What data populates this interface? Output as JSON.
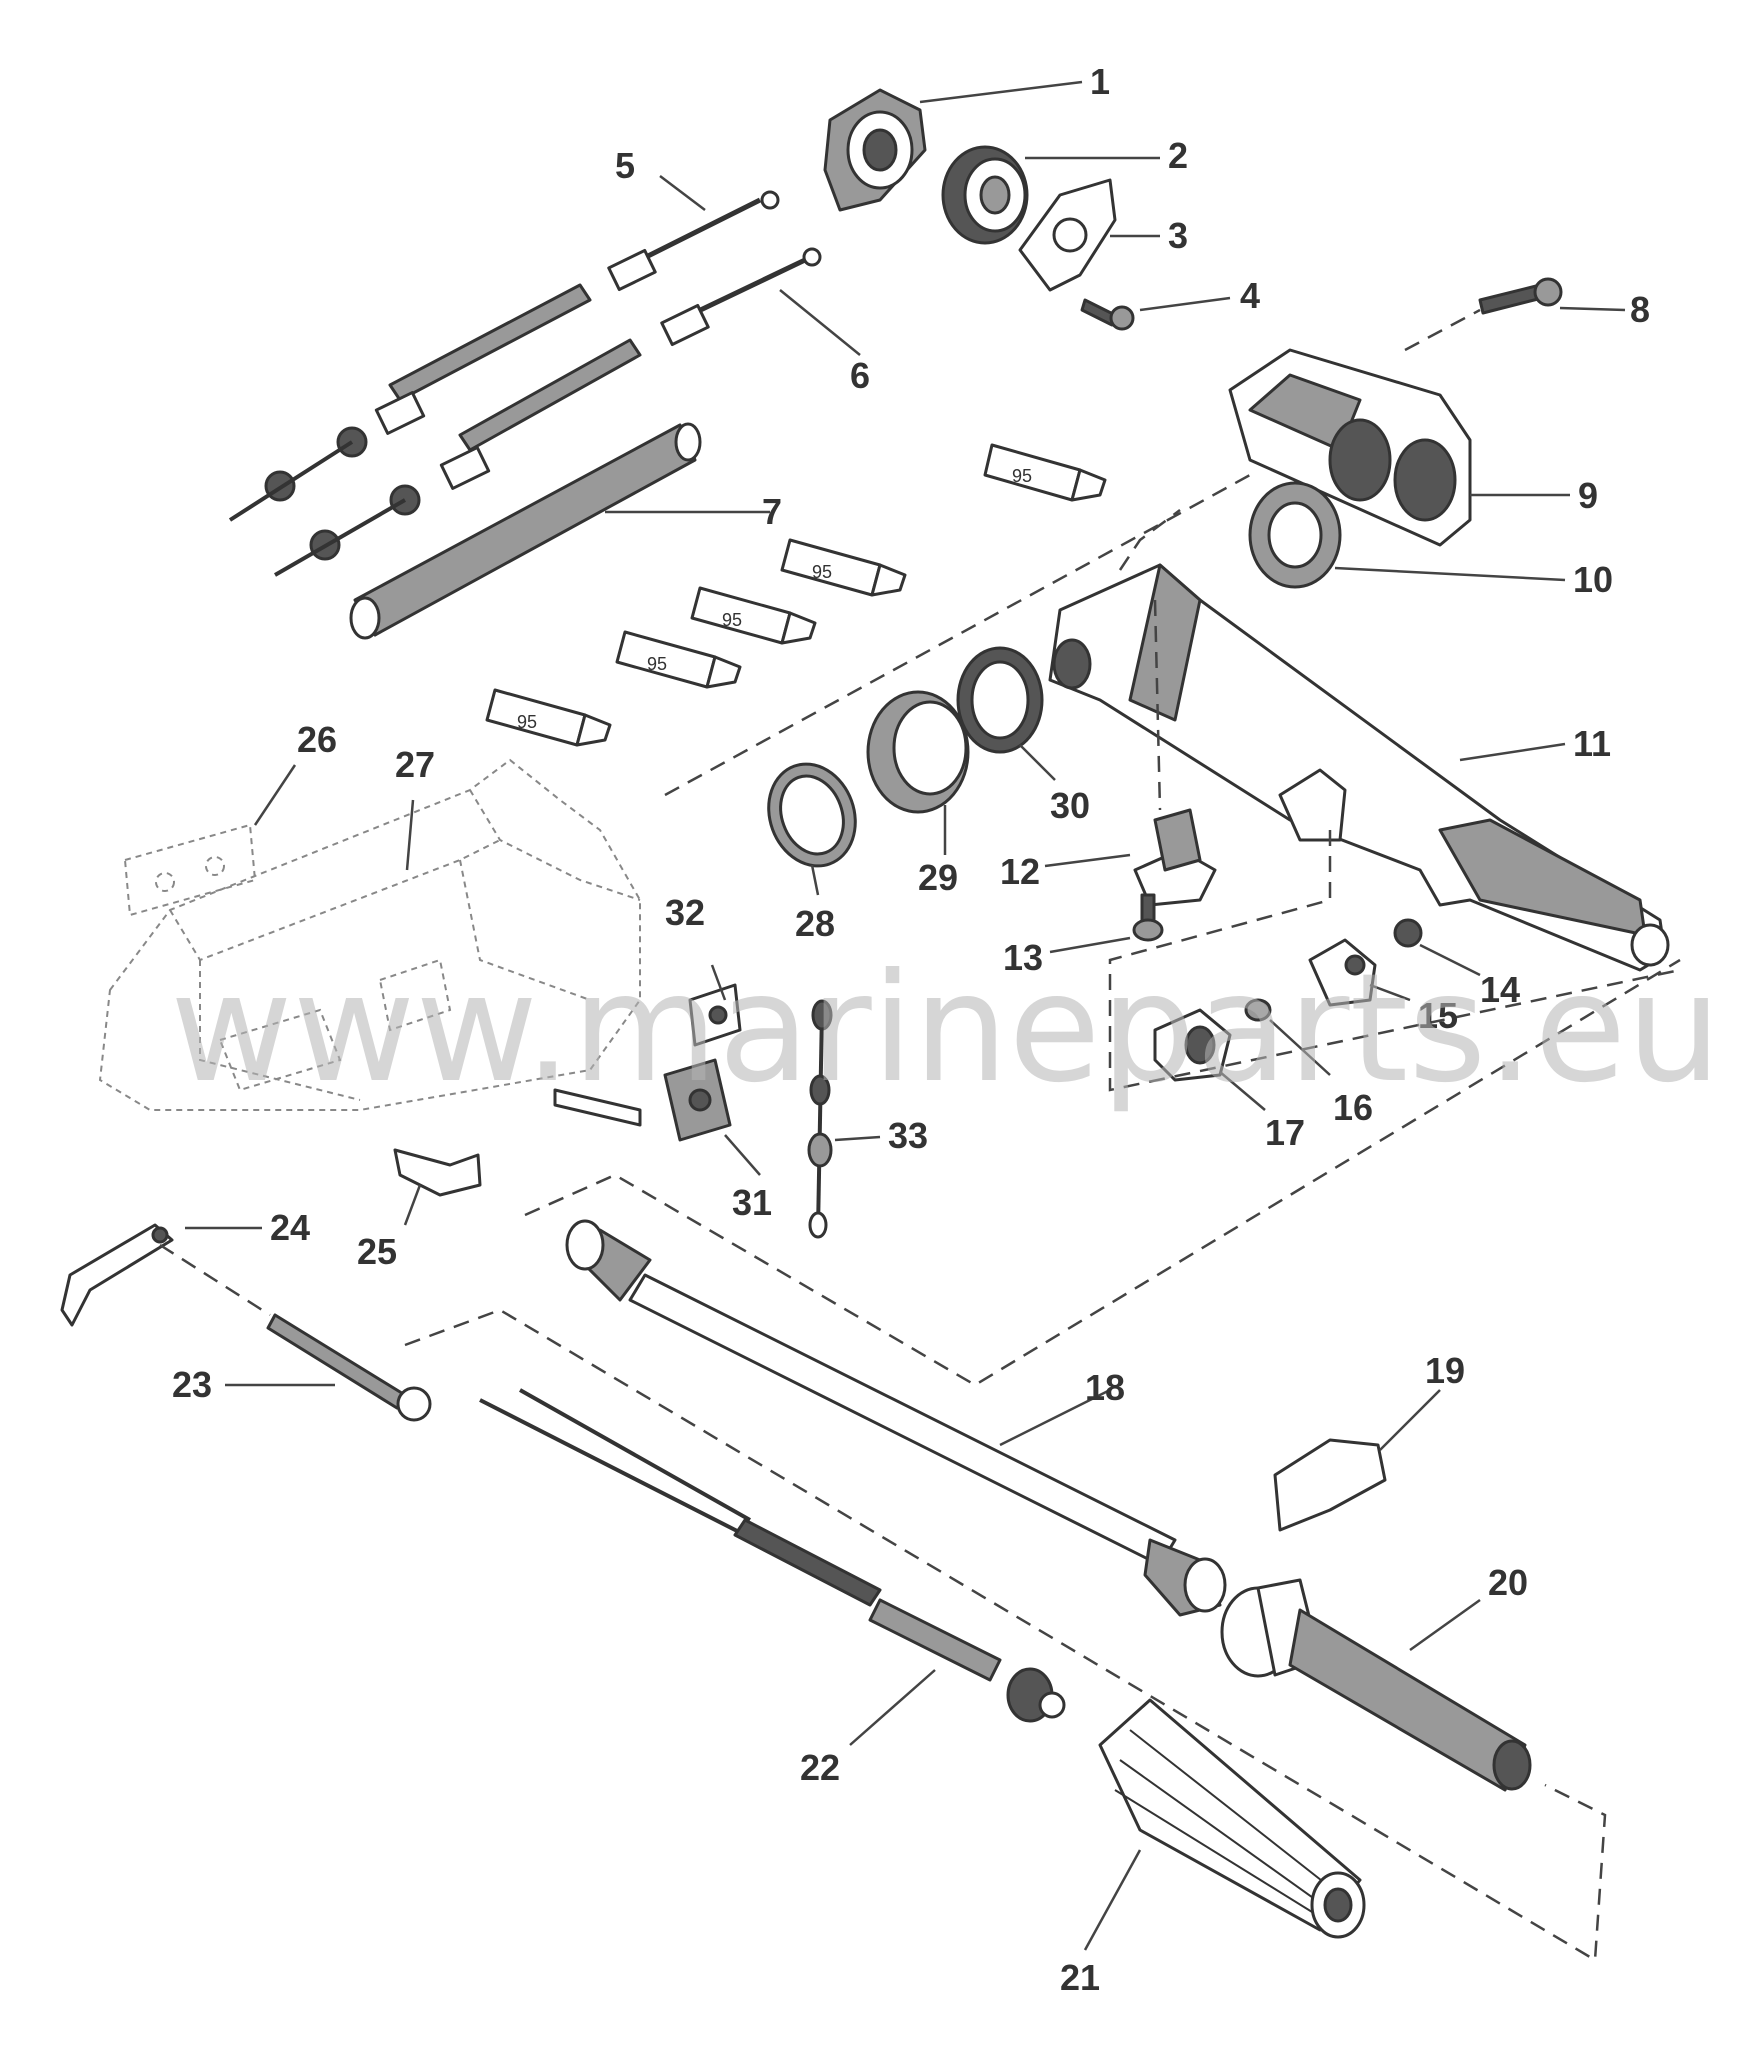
{
  "watermark": "www.marineparts.eu",
  "tube_label": "95",
  "callouts": [
    "1",
    "2",
    "3",
    "4",
    "5",
    "6",
    "7",
    "8",
    "9",
    "10",
    "11",
    "12",
    "13",
    "14",
    "15",
    "16",
    "17",
    "18",
    "19",
    "20",
    "21",
    "22",
    "23",
    "24",
    "25",
    "26",
    "27",
    "28",
    "29",
    "30",
    "31",
    "32",
    "33"
  ]
}
